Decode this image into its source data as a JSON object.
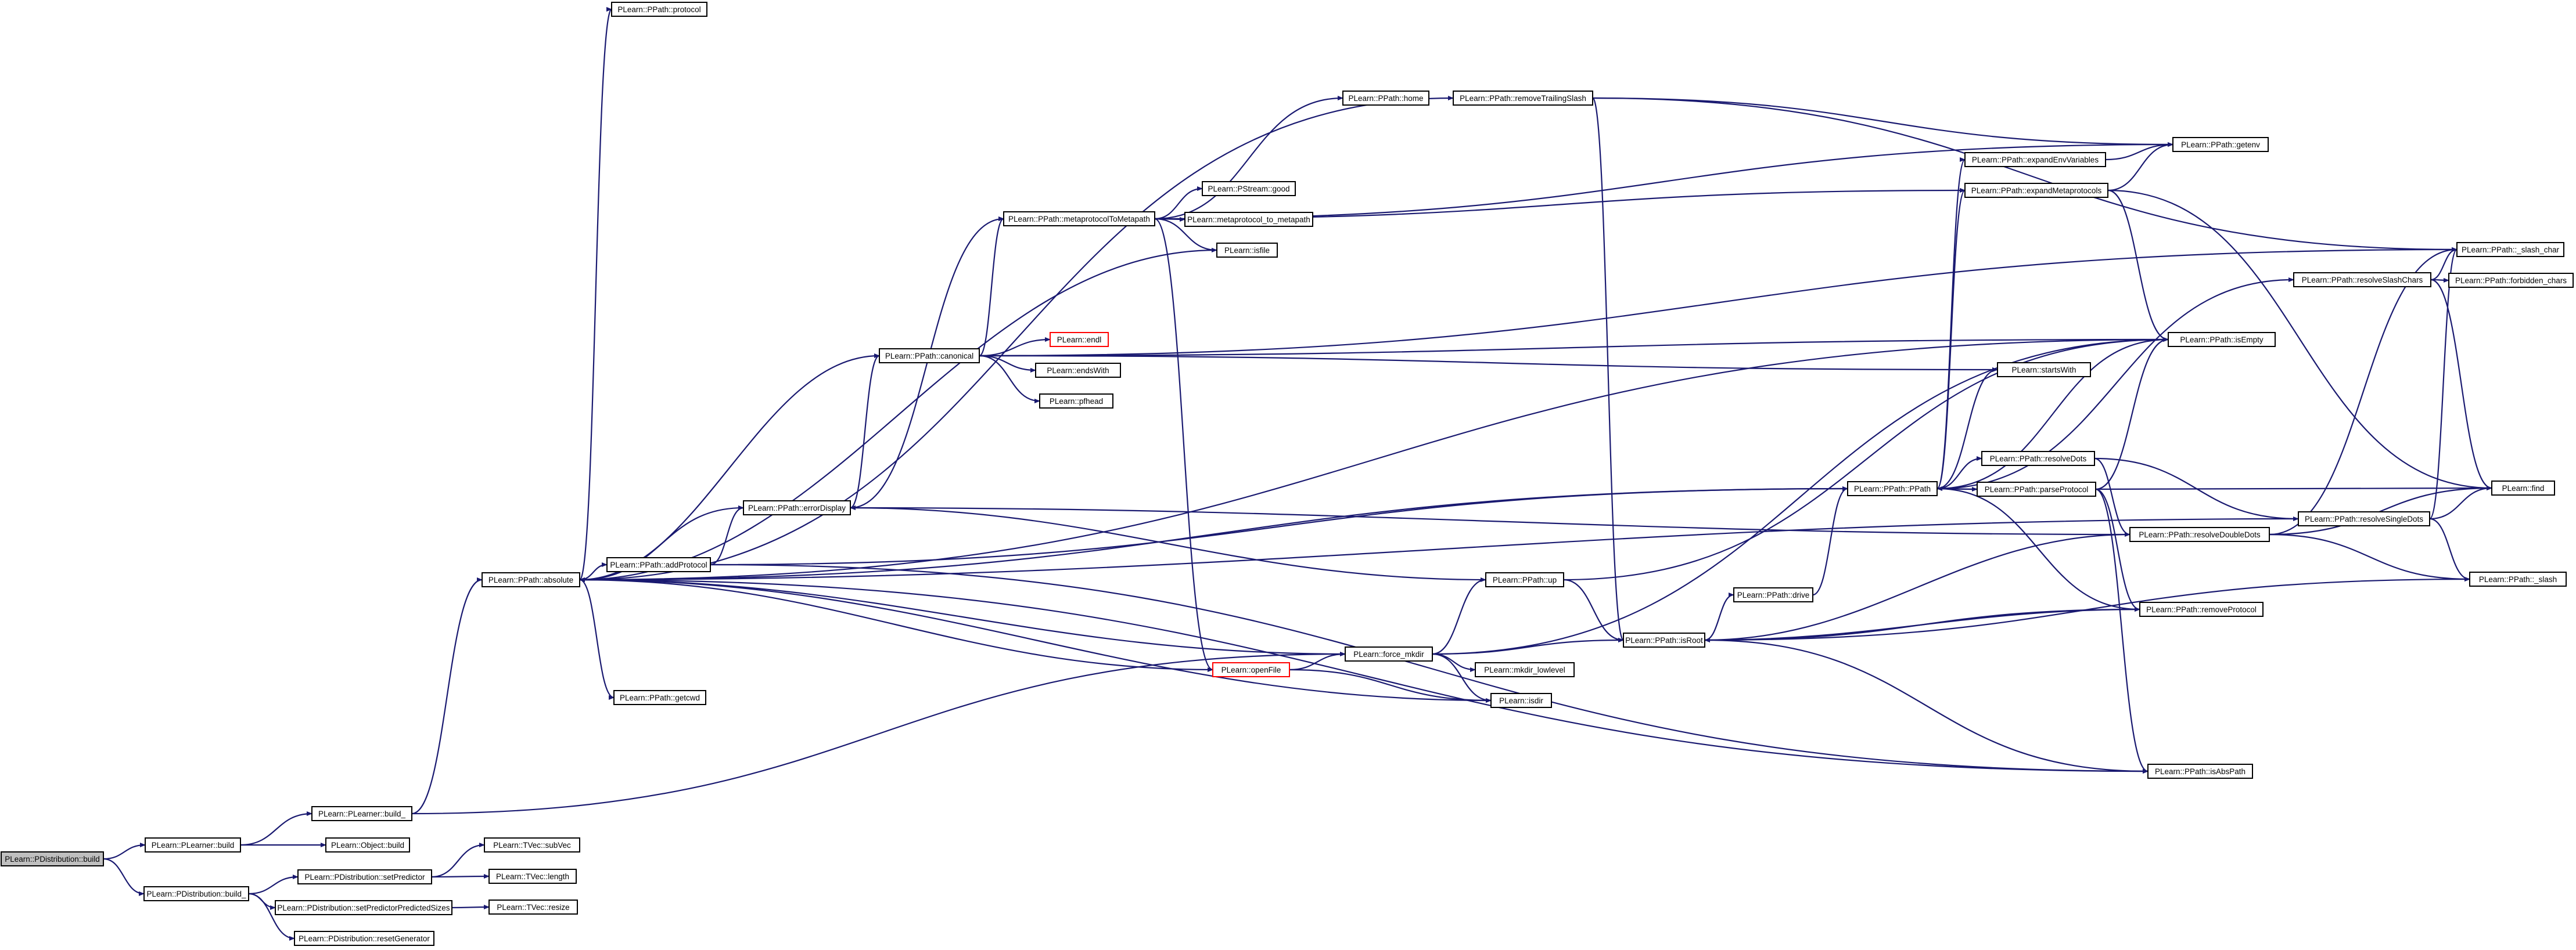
{
  "diagram": {
    "nodes": [
      {
        "id": "pdist_build",
        "label": "PLearn::PDistribution::build",
        "style": "root"
      },
      {
        "id": "plearner_build",
        "label": "PLearn::PLearner::build",
        "style": "normal"
      },
      {
        "id": "pdist_build_",
        "label": "PLearn::PDistribution::build_",
        "style": "normal"
      },
      {
        "id": "plearner_build_",
        "label": "PLearn::PLearner::build_",
        "style": "normal"
      },
      {
        "id": "object_build",
        "label": "PLearn::Object::build",
        "style": "normal"
      },
      {
        "id": "setPredictor",
        "label": "PLearn::PDistribution::setPredictor",
        "style": "normal"
      },
      {
        "id": "setPredictorSizes",
        "label": "PLearn::PDistribution::setPredictorPredictedSizes",
        "style": "normal"
      },
      {
        "id": "resetGenerator",
        "label": "PLearn::PDistribution::resetGenerator",
        "style": "normal"
      },
      {
        "id": "tvec_subvec",
        "label": "PLearn::TVec::subVec",
        "style": "normal"
      },
      {
        "id": "tvec_length",
        "label": "PLearn::TVec::length",
        "style": "normal"
      },
      {
        "id": "tvec_resize",
        "label": "PLearn::TVec::resize",
        "style": "normal"
      },
      {
        "id": "absolute",
        "label": "PLearn::PPath::absolute",
        "style": "normal"
      },
      {
        "id": "protocol",
        "label": "PLearn::PPath::protocol",
        "style": "normal"
      },
      {
        "id": "getcwd",
        "label": "PLearn::PPath::getcwd",
        "style": "normal"
      },
      {
        "id": "addProtocol",
        "label": "PLearn::PPath::addProtocol",
        "style": "normal"
      },
      {
        "id": "errorDisplay",
        "label": "PLearn::PPath::errorDisplay",
        "style": "normal"
      },
      {
        "id": "canonical",
        "label": "PLearn::PPath::canonical",
        "style": "normal"
      },
      {
        "id": "metaprotocolToMetapath",
        "label": "PLearn::PPath::metaprotocolToMetapath",
        "style": "normal"
      },
      {
        "id": "pstream_good",
        "label": "PLearn::PStream::good",
        "style": "normal"
      },
      {
        "id": "metaprotocol_to_metapath",
        "label": "PLearn::metaprotocol_to_metapath",
        "style": "normal"
      },
      {
        "id": "isfile",
        "label": "PLearn::isfile",
        "style": "normal"
      },
      {
        "id": "endl",
        "label": "PLearn::endl",
        "style": "red"
      },
      {
        "id": "endsWith",
        "label": "PLearn::endsWith",
        "style": "normal"
      },
      {
        "id": "pfhead",
        "label": "PLearn::pfhead",
        "style": "normal"
      },
      {
        "id": "home",
        "label": "PLearn::PPath::home",
        "style": "normal"
      },
      {
        "id": "removeTrailingSlash",
        "label": "PLearn::PPath::removeTrailingSlash",
        "style": "normal"
      },
      {
        "id": "openFile",
        "label": "PLearn::openFile",
        "style": "red"
      },
      {
        "id": "force_mkdir",
        "label": "PLearn::force_mkdir",
        "style": "normal"
      },
      {
        "id": "mkdir_lowlevel",
        "label": "PLearn::mkdir_lowlevel",
        "style": "normal"
      },
      {
        "id": "isdir",
        "label": "PLearn::isdir",
        "style": "normal"
      },
      {
        "id": "up",
        "label": "PLearn::PPath::up",
        "style": "normal"
      },
      {
        "id": "isRoot",
        "label": "PLearn::PPath::isRoot",
        "style": "normal"
      },
      {
        "id": "drive",
        "label": "PLearn::PPath::drive",
        "style": "normal"
      },
      {
        "id": "ppath",
        "label": "PLearn::PPath::PPath",
        "style": "normal"
      },
      {
        "id": "expandEnvVariables",
        "label": "PLearn::PPath::expandEnvVariables",
        "style": "normal"
      },
      {
        "id": "expandMetaprotocols",
        "label": "PLearn::PPath::expandMetaprotocols",
        "style": "normal"
      },
      {
        "id": "startsWith",
        "label": "PLearn::startsWith",
        "style": "normal"
      },
      {
        "id": "resolveDots",
        "label": "PLearn::PPath::resolveDots",
        "style": "normal"
      },
      {
        "id": "parseProtocol",
        "label": "PLearn::PPath::parseProtocol",
        "style": "normal"
      },
      {
        "id": "resolveDoubleDots",
        "label": "PLearn::PPath::resolveDoubleDots",
        "style": "normal"
      },
      {
        "id": "removeProtocol",
        "label": "PLearn::PPath::removeProtocol",
        "style": "normal"
      },
      {
        "id": "isAbsPath",
        "label": "PLearn::PPath::isAbsPath",
        "style": "normal"
      },
      {
        "id": "getenv",
        "label": "PLearn::PPath::getenv",
        "style": "normal"
      },
      {
        "id": "isEmpty",
        "label": "PLearn::PPath::isEmpty",
        "style": "normal"
      },
      {
        "id": "resolveSlashChars",
        "label": "PLearn::PPath::resolveSlashChars",
        "style": "normal"
      },
      {
        "id": "resolveSingleDots",
        "label": "PLearn::PPath::resolveSingleDots",
        "style": "normal"
      },
      {
        "id": "slash_char",
        "label": "PLearn::PPath::_slash_char",
        "style": "normal"
      },
      {
        "id": "forbidden_chars",
        "label": "PLearn::PPath::forbidden_chars",
        "style": "normal"
      },
      {
        "id": "find",
        "label": "PLearn::find",
        "style": "normal"
      },
      {
        "id": "slash",
        "label": "PLearn::PPath::_slash",
        "style": "normal"
      }
    ],
    "edges": [
      [
        "pdist_build",
        "plearner_build"
      ],
      [
        "pdist_build",
        "pdist_build_"
      ],
      [
        "plearner_build",
        "plearner_build_"
      ],
      [
        "plearner_build",
        "object_build"
      ],
      [
        "plearner_build_",
        "absolute"
      ],
      [
        "plearner_build_",
        "force_mkdir"
      ],
      [
        "pdist_build_",
        "setPredictor"
      ],
      [
        "pdist_build_",
        "setPredictorSizes"
      ],
      [
        "pdist_build_",
        "resetGenerator"
      ],
      [
        "setPredictor",
        "tvec_subvec"
      ],
      [
        "setPredictor",
        "tvec_length"
      ],
      [
        "setPredictorSizes",
        "tvec_resize"
      ],
      [
        "absolute",
        "protocol"
      ],
      [
        "absolute",
        "getcwd"
      ],
      [
        "absolute",
        "addProtocol"
      ],
      [
        "absolute",
        "errorDisplay"
      ],
      [
        "absolute",
        "ppath"
      ],
      [
        "absolute",
        "removeTrailingSlash"
      ],
      [
        "absolute",
        "isAbsPath"
      ],
      [
        "absolute",
        "isEmpty"
      ],
      [
        "addProtocol",
        "errorDisplay"
      ],
      [
        "addProtocol",
        "ppath"
      ],
      [
        "addProtocol",
        "isAbsPath"
      ],
      [
        "errorDisplay",
        "canonical"
      ],
      [
        "errorDisplay",
        "metaprotocolToMetapath"
      ],
      [
        "canonical",
        "absolute"
      ],
      [
        "canonical",
        "metaprotocolToMetapath"
      ],
      [
        "canonical",
        "endl"
      ],
      [
        "canonical",
        "endsWith"
      ],
      [
        "canonical",
        "pfhead"
      ],
      [
        "canonical",
        "isEmpty"
      ],
      [
        "canonical",
        "startsWith"
      ],
      [
        "canonical",
        "slash_char"
      ],
      [
        "metaprotocolToMetapath",
        "pstream_good"
      ],
      [
        "metaprotocolToMetapath",
        "metaprotocol_to_metapath"
      ],
      [
        "metaprotocolToMetapath",
        "isfile"
      ],
      [
        "metaprotocolToMetapath",
        "home"
      ],
      [
        "metaprotocolToMetapath",
        "openFile"
      ],
      [
        "metaprotocolToMetapath",
        "expandMetaprotocols"
      ],
      [
        "metaprotocolToMetapath",
        "getenv"
      ],
      [
        "isfile",
        "absolute"
      ],
      [
        "removeTrailingSlash",
        "isRoot"
      ],
      [
        "removeTrailingSlash",
        "slash_char"
      ],
      [
        "removeTrailingSlash",
        "getenv"
      ],
      [
        "openFile",
        "absolute"
      ],
      [
        "openFile",
        "force_mkdir"
      ],
      [
        "openFile",
        "isdir"
      ],
      [
        "force_mkdir",
        "absolute"
      ],
      [
        "force_mkdir",
        "mkdir_lowlevel"
      ],
      [
        "force_mkdir",
        "isdir"
      ],
      [
        "force_mkdir",
        "up"
      ],
      [
        "force_mkdir",
        "isRoot"
      ],
      [
        "force_mkdir",
        "isEmpty"
      ],
      [
        "isdir",
        "absolute"
      ],
      [
        "up",
        "errorDisplay"
      ],
      [
        "up",
        "isRoot"
      ],
      [
        "up",
        "isEmpty"
      ],
      [
        "isRoot",
        "drive"
      ],
      [
        "isRoot",
        "isAbsPath"
      ],
      [
        "isRoot",
        "removeProtocol"
      ],
      [
        "isRoot",
        "slash"
      ],
      [
        "drive",
        "ppath"
      ],
      [
        "ppath",
        "expandEnvVariables"
      ],
      [
        "ppath",
        "expandMetaprotocols"
      ],
      [
        "ppath",
        "startsWith"
      ],
      [
        "ppath",
        "resolveDots"
      ],
      [
        "ppath",
        "parseProtocol"
      ],
      [
        "ppath",
        "resolveSlashChars"
      ],
      [
        "ppath",
        "removeProtocol"
      ],
      [
        "ppath",
        "isEmpty"
      ],
      [
        "expandEnvVariables",
        "getenv"
      ],
      [
        "expandMetaprotocols",
        "getenv"
      ],
      [
        "expandMetaprotocols",
        "find"
      ],
      [
        "expandMetaprotocols",
        "isEmpty"
      ],
      [
        "resolveDots",
        "resolveDoubleDots"
      ],
      [
        "resolveDots",
        "resolveSingleDots"
      ],
      [
        "parseProtocol",
        "isAbsPath"
      ],
      [
        "parseProtocol",
        "removeProtocol"
      ],
      [
        "parseProtocol",
        "find"
      ],
      [
        "parseProtocol",
        "isEmpty"
      ],
      [
        "parseProtocol",
        "ppath"
      ],
      [
        "resolveDoubleDots",
        "errorDisplay"
      ],
      [
        "resolveDoubleDots",
        "isRoot"
      ],
      [
        "resolveDoubleDots",
        "find"
      ],
      [
        "resolveDoubleDots",
        "slash"
      ],
      [
        "resolveDoubleDots",
        "slash_char"
      ],
      [
        "removeProtocol",
        "isRoot"
      ],
      [
        "resolveSlashChars",
        "slash_char"
      ],
      [
        "resolveSlashChars",
        "forbidden_chars"
      ],
      [
        "resolveSlashChars",
        "find"
      ],
      [
        "resolveSingleDots",
        "find"
      ],
      [
        "resolveSingleDots",
        "slash"
      ],
      [
        "resolveSingleDots",
        "slash_char"
      ],
      [
        "resolveSingleDots",
        "absolute"
      ]
    ]
  }
}
